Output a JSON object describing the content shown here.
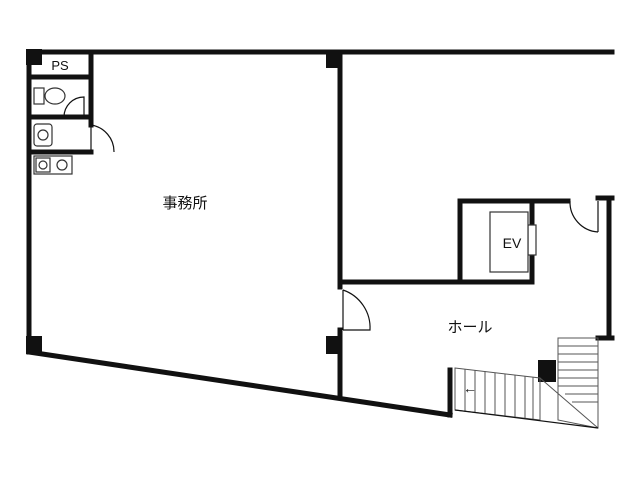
{
  "rooms": {
    "office": "事務所",
    "hall": "ホール",
    "elevator": "EV",
    "pipe_space": "PS"
  },
  "stairs": {
    "arrow": "←"
  },
  "colors": {
    "wall": "#111111",
    "background": "#ffffff"
  }
}
